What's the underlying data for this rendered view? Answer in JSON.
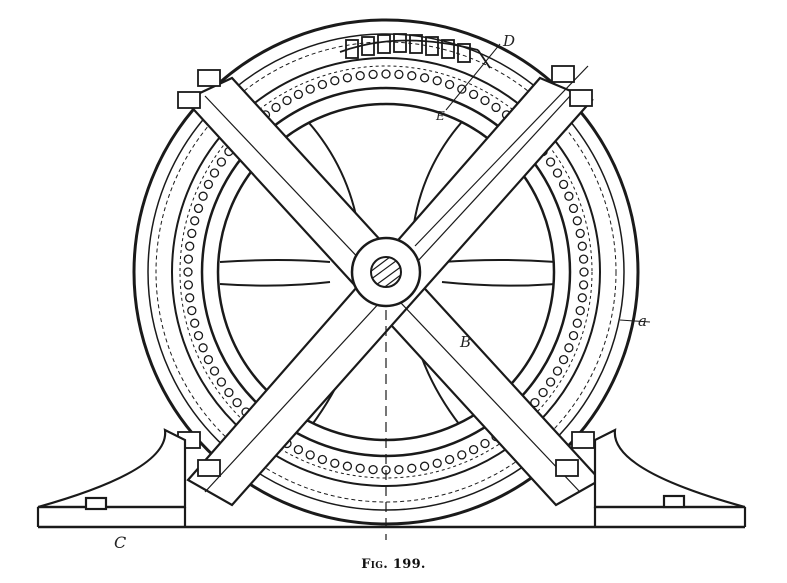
{
  "labels": {
    "D": "D",
    "E": "E",
    "B": "B",
    "a": "a",
    "C": "C"
  },
  "caption": "Fig. 199.",
  "ink_color": "#1a1a1a"
}
